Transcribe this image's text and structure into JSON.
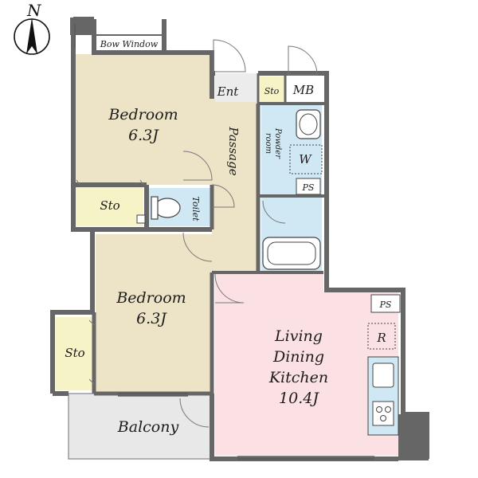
{
  "compass": {
    "north_label": "N"
  },
  "rooms": {
    "bow_window": "Bow Window",
    "bedroom_top": {
      "name": "Bedroom",
      "size": "6.3J"
    },
    "sto_top": "Sto",
    "toilet": "Toilet",
    "passage": "Passage",
    "entrance": "Ent",
    "sto_entrance": "Sto",
    "mb": "MB",
    "powder_room_line1": "Powder",
    "powder_room_line2": "room",
    "washer": "W",
    "ps_upper": "PS",
    "bedroom_bottom": {
      "name": "Bedroom",
      "size": "6.3J"
    },
    "sto_left": "Sto",
    "ps_lower": "PS",
    "refrigerator": "R",
    "ldk": {
      "line1": "Living",
      "line2": "Dining",
      "line3": "Kitchen",
      "size": "10.4J"
    },
    "balcony": "Balcony"
  },
  "colors": {
    "wall": "#666666",
    "bedroom": "#ede3c6",
    "storage": "#f6f3c7",
    "wet_area": "#cfe8f3",
    "ldk": "#fbe1e4",
    "balcony": "#e8e8e8"
  }
}
